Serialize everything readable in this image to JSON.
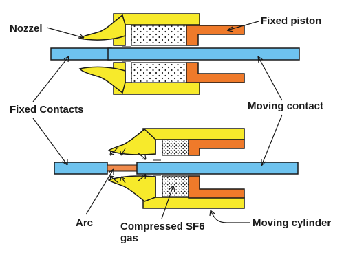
{
  "diagram": {
    "labels": {
      "nozzel": "Nozzel",
      "fixed_piston": "Fixed piston",
      "fixed_contacts": "Fixed Contacts",
      "moving_contact": "Moving contact",
      "arc": "Arc",
      "compressed_sf6_line1": "Compressed SF6",
      "compressed_sf6_line2": "gas",
      "moving_cylinder": "Moving cylinder"
    },
    "colors": {
      "cylinder": "#f7ea2b",
      "piston": "#ef7a2a",
      "contact": "#6ec3ef",
      "arc": "#f08a4b",
      "outline": "#1a1a1a"
    }
  }
}
